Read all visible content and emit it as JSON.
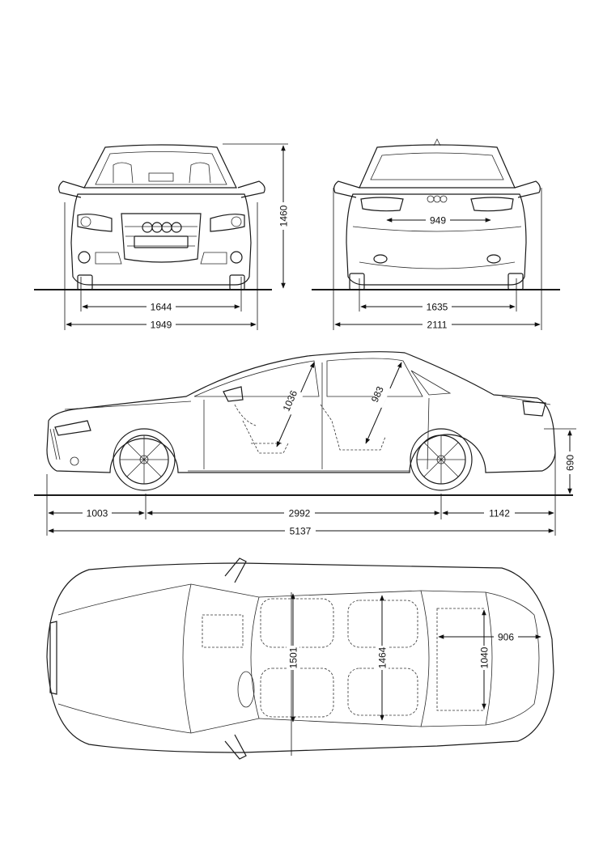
{
  "dimensions": {
    "front_height": "1460",
    "front_track": "1644",
    "front_width": "1949",
    "rear_track": "1635",
    "rear_width_mirrors": "2111",
    "rear_window_width": "949",
    "front_headroom": "1036",
    "rear_headroom": "983",
    "front_overhang": "1003",
    "wheelbase": "2992",
    "rear_overhang": "1142",
    "overall_length": "5137",
    "trunk_depth": "690",
    "front_shoulder_width": "1501",
    "rear_shoulder_width": "1464",
    "trunk_width": "1040",
    "trunk_length": "906"
  }
}
